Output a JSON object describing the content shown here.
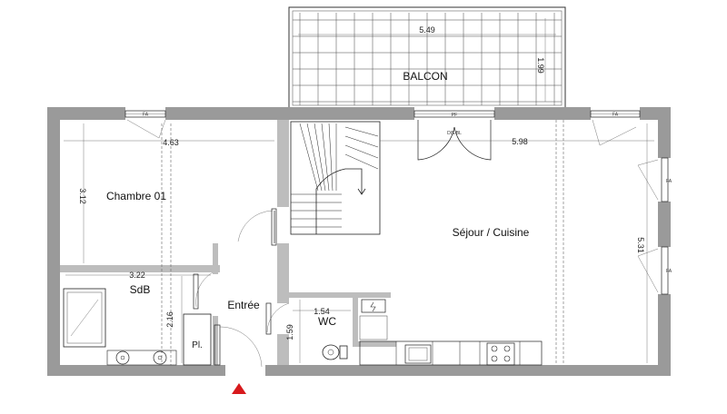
{
  "rooms": {
    "balcon": "BALCON",
    "chambre": "Chambre 01",
    "sejour": "Séjour / Cuisine",
    "sdb": "SdB",
    "entree": "Entrée",
    "wc": "WC",
    "placard": "Pl."
  },
  "dimensions": {
    "balcon_width": "5.49",
    "balcon_depth": "1.99",
    "chambre_width": "4.63",
    "chambre_depth": "3.12",
    "sejour_width": "5.98",
    "sejour_depth": "5.31",
    "sdb_width": "3.22",
    "sdb_depth": "2.16",
    "wc_width": "1.54",
    "wc_depth": "1.59"
  },
  "window_labels": {
    "fa": "FA",
    "pf": "PF",
    "pf_sub": "DIS.BL"
  },
  "colors": {
    "wall": "#9a9a9a",
    "entrance_marker": "#d7191c"
  },
  "icons": [
    "entrance-arrow-icon",
    "electric-panel-icon"
  ]
}
